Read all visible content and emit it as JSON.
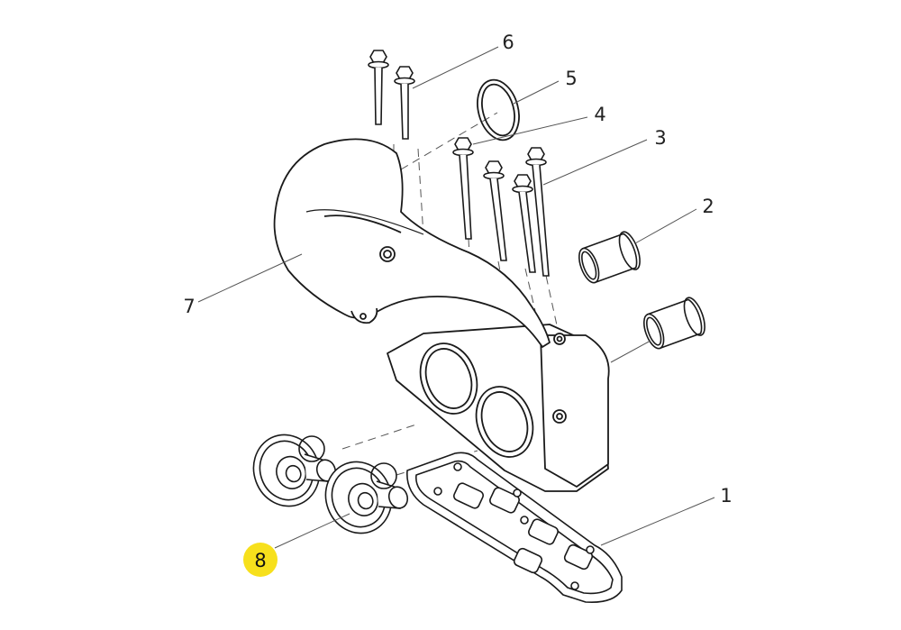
{
  "diagram": {
    "callouts": [
      {
        "id": "1",
        "label": "1",
        "highlighted": false
      },
      {
        "id": "2",
        "label": "2",
        "highlighted": false
      },
      {
        "id": "3",
        "label": "3",
        "highlighted": false
      },
      {
        "id": "4",
        "label": "4",
        "highlighted": false
      },
      {
        "id": "5",
        "label": "5",
        "highlighted": false
      },
      {
        "id": "6",
        "label": "6",
        "highlighted": false
      },
      {
        "id": "7",
        "label": "7",
        "highlighted": false
      },
      {
        "id": "8",
        "label": "8",
        "highlighted": true
      }
    ],
    "colors": {
      "line": "#1a1a1a",
      "leader": "#555555",
      "highlight": "#f7e01c",
      "background": "#ffffff"
    }
  }
}
